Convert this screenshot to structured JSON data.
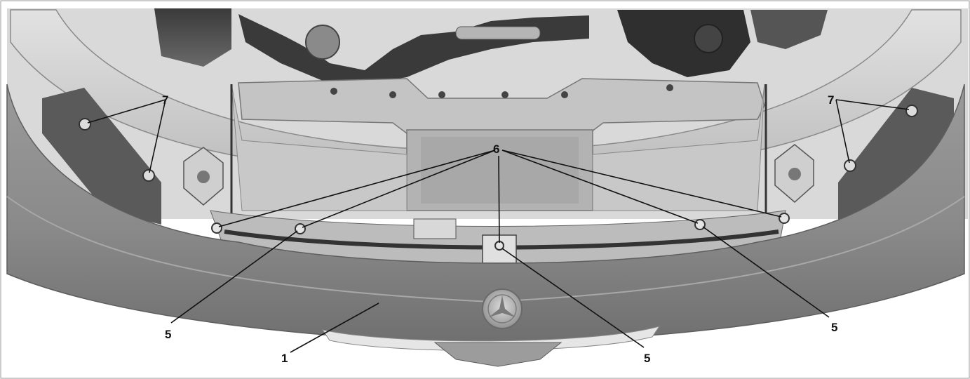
{
  "callouts": {
    "c1": "1",
    "c5": "5",
    "c6": "6",
    "c7": "7"
  },
  "colors": {
    "bumper": "#8d8d8d",
    "bumper_dark": "#6e6e6e",
    "engine_dark": "#2b2b2b",
    "panel_light": "#cfcfcf",
    "background": "#ffffff"
  }
}
